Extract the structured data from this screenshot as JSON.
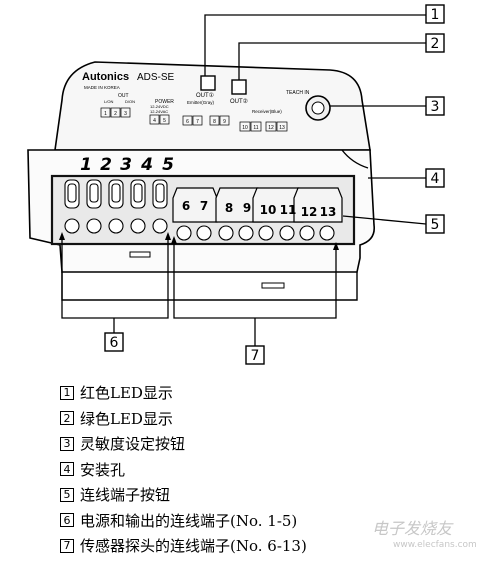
{
  "device": {
    "brand": "Autonics",
    "model": "ADS-SE",
    "made_in": "MADE IN KOREA",
    "out_label": "OUT",
    "out_mode_labels": [
      "L/ON",
      "D/ON"
    ],
    "power_label": "POWER",
    "power_spec": [
      "12-24VDC",
      "12-24VAC"
    ],
    "emitter_label": "Emitter(Gray)",
    "receiver_label": "Receiver(Blue)",
    "out1_label": "OUT①",
    "out2_label": "OUT②",
    "teach_label": "TEACH IN",
    "small_terminal_nums": [
      "1",
      "2",
      "3",
      "4",
      "5",
      "6",
      "7",
      "8",
      "9",
      "10",
      "11",
      "12",
      "13"
    ],
    "terminal_numbers_left": [
      "1",
      "2",
      "3",
      "4",
      "5"
    ],
    "terminal_numbers_right": [
      "6",
      "7",
      "8",
      "9",
      "10",
      "11",
      "12",
      "13"
    ]
  },
  "callouts": [
    "1",
    "2",
    "3",
    "4",
    "5",
    "6",
    "7"
  ],
  "legend": [
    {
      "num": "1",
      "text": "红色LED显示"
    },
    {
      "num": "2",
      "text": "绿色LED显示"
    },
    {
      "num": "3",
      "text": "灵敏度设定按钮"
    },
    {
      "num": "4",
      "text": "安装孔"
    },
    {
      "num": "5",
      "text": "连线端子按钮"
    },
    {
      "num": "6",
      "text": "电源和输出的连线端子(No. 1-5)"
    },
    {
      "num": "7",
      "text": "传感器探头的连线端子(No. 6-13)"
    }
  ],
  "watermark": {
    "logo": "电子发烧友",
    "url": "www.elecfans.com"
  }
}
